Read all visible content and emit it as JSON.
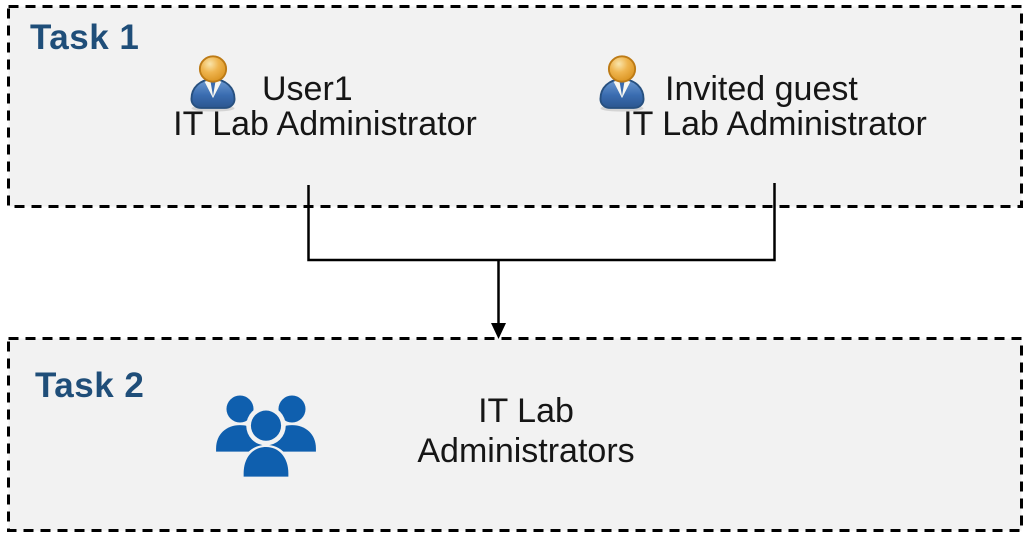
{
  "diagram": {
    "task1": {
      "label": "Task 1",
      "nodes": [
        {
          "name": "User1",
          "role": "IT Lab Administrator",
          "icon": "single-user-icon"
        },
        {
          "name": "Invited guest",
          "role": "IT Lab Administrator",
          "icon": "single-user-icon"
        }
      ]
    },
    "task2": {
      "label": "Task 2",
      "group_name": "IT Lab Administrators",
      "icon": "user-group-icon"
    },
    "connector": {
      "description": "both Task 1 users merge into one arrow pointing to Task 2 group",
      "arrow_direction": "down"
    },
    "colors": {
      "box_fill": "#F2F2F2",
      "box_border": "#000000",
      "task_label": "#1F4E79",
      "body_text": "#161616",
      "connector_line": "#000000",
      "group_icon_blue": "#0F5FAE",
      "person_head_gold": "#E8A33D",
      "person_body_blue": "#3A6CB0"
    }
  }
}
